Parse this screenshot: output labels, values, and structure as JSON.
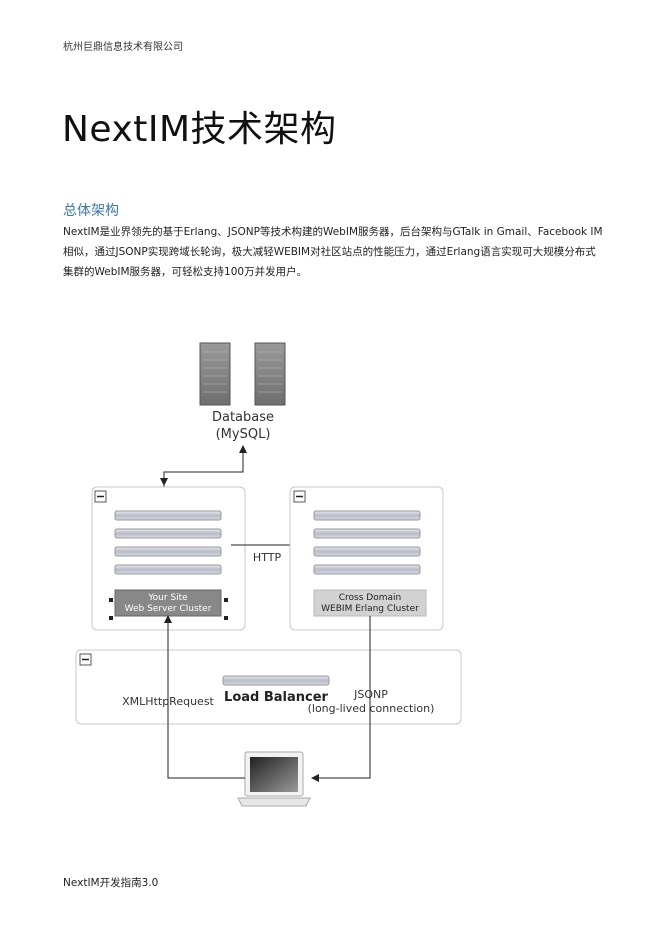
{
  "header": {
    "company": "杭州巨鼎信息技术有限公司"
  },
  "page_title": "NextIM技术架构",
  "section": {
    "title": "总体架构",
    "body": "NextIM是业界领先的基于Erlang、JSONP等技术构建的WebIM服务器，后台架构与GTalk in Gmail、Facebook IM相似，通过JSONP实现跨域长轮询，极大减轻WEBIM对社区站点的性能压力，通过Erlang语言实现可大规模分布式集群的WebIM服务器，可轻松支持100万并发用户。"
  },
  "diagram": {
    "database_label": "Database",
    "database_sub": "(MySQL)",
    "http_label": "HTTP",
    "web_cluster_line1": "Your Site",
    "web_cluster_line2": "Web Server Cluster",
    "erlang_cluster_line1": "Cross Domain",
    "erlang_cluster_line2": "WEBIM Erlang Cluster",
    "xml_label": "XMLHttpRequest",
    "lb_label": "Load Balancer",
    "jsonp_label": "JSONP",
    "jsonp_sub": "(long-lived connection)",
    "collapse_symbol": "−"
  },
  "footer": {
    "text": "NextIM开发指南3.0"
  }
}
